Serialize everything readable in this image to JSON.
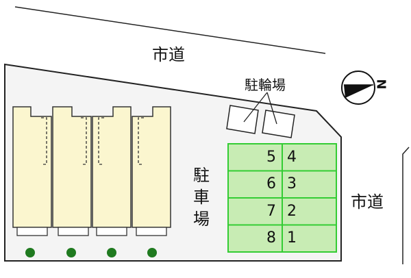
{
  "roads": {
    "top_label": "市道",
    "right_label": "市道"
  },
  "bicycle_parking": {
    "label": "駐輪場"
  },
  "parking": {
    "label_chars": [
      "駐",
      "車",
      "場"
    ],
    "spaces": [
      {
        "left": "5",
        "right": "4"
      },
      {
        "left": "6",
        "right": "3"
      },
      {
        "left": "7",
        "right": "2"
      },
      {
        "left": "8",
        "right": "1"
      }
    ]
  },
  "compass": {
    "north_letter": "N"
  },
  "colors": {
    "building_fill": "#fbf6cf",
    "parking_fill": "#c8ecb4",
    "parking_border": "#33cc33",
    "site_fill": "#f4f4f4",
    "tree": "#1f7a1f"
  }
}
